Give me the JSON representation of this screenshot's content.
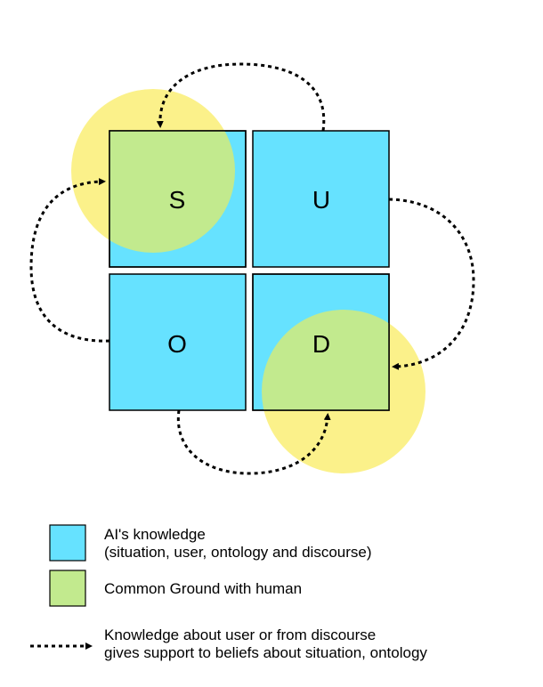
{
  "diagram": {
    "quadrants": [
      {
        "id": "s",
        "letter": "S"
      },
      {
        "id": "u",
        "letter": "U"
      },
      {
        "id": "o",
        "letter": "O"
      },
      {
        "id": "d",
        "letter": "D"
      }
    ],
    "colors": {
      "ai_knowledge": "#66e2ff",
      "common_ground": "#c2ea8e",
      "circle": "#fbf18a",
      "border": "#000000"
    }
  },
  "legend": {
    "ai_knowledge_line1": "AI's knowledge",
    "ai_knowledge_line2": "(situation, user, ontology and discourse)",
    "common_ground": "Common Ground with human",
    "support_line1": "Knowledge about user or from discourse",
    "support_line2": "gives support to beliefs about situation, ontology"
  }
}
